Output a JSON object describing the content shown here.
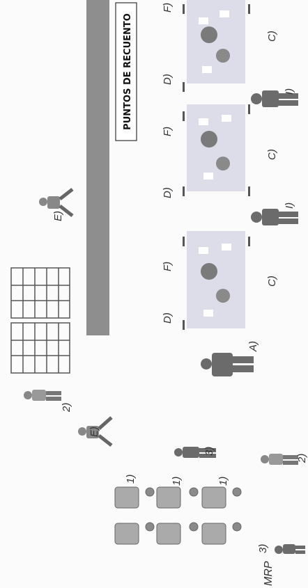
{
  "banner": {
    "text": "PUNTOS DE RECUENTO"
  },
  "labels": {
    "mrp": "MRP",
    "a": "A)",
    "c": "C)",
    "d": "D)",
    "e": "E)",
    "f": "F)",
    "i": "I)",
    "one": "1)",
    "two": "2)",
    "three": "3)"
  },
  "colors": {
    "wall": "#8e8e8e",
    "table_area": "#dcdde8",
    "figure": "#6b6b6b",
    "text": "#222222"
  }
}
